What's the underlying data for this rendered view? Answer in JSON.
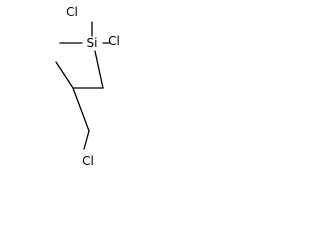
{
  "molecule": {
    "atoms": {
      "cl_top_left": "Cl",
      "cl_top_right": "Cl",
      "si": "Si",
      "cl_bottom": "Cl"
    }
  }
}
